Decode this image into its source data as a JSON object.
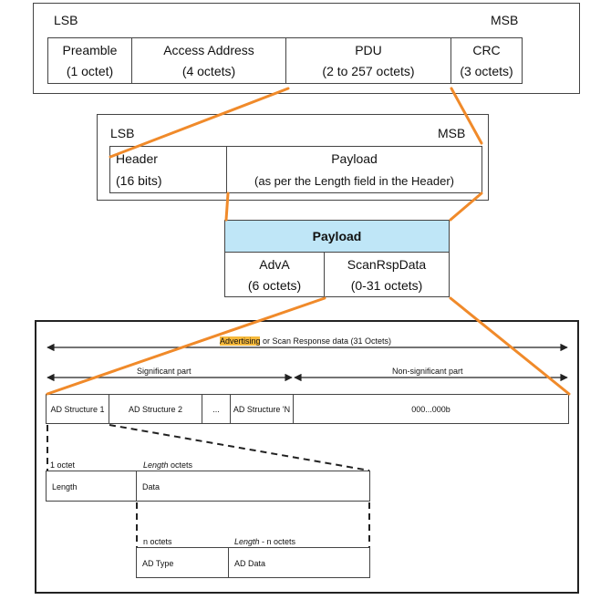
{
  "packet": {
    "lsb": "LSB",
    "msb": "MSB",
    "fields": [
      {
        "name": "Preamble",
        "size": "(1 octet)"
      },
      {
        "name": "Access Address",
        "size": "(4 octets)"
      },
      {
        "name": "PDU",
        "size": "(2 to 257 octets)"
      },
      {
        "name": "CRC",
        "size": "(3 octets)"
      }
    ]
  },
  "pdu": {
    "lsb": "LSB",
    "msb": "MSB",
    "header": {
      "name": "Header",
      "size": "(16 bits)"
    },
    "payload": {
      "name": "Payload",
      "size": "(as per the Length field in the Header)"
    }
  },
  "payload_box": {
    "title": "Payload",
    "fields": [
      {
        "name": "AdvA",
        "size": "(6 octets)"
      },
      {
        "name": "ScanRspData",
        "size": "(0-31 octets)"
      }
    ]
  },
  "adv_data": {
    "span_label_highlight": "Advertising",
    "span_label_rest": " or Scan Response data (31 Octets)",
    "significant_label": "Significant part",
    "nonsignificant_label": "Non-significant part",
    "structures": [
      "AD Structure 1",
      "AD Structure 2",
      "...",
      "AD Structure 'N"
    ],
    "padding": "000...000b",
    "length_size": "1 octet",
    "data_size_italic": "Length",
    "data_size_rest": " octets",
    "length_name": "Length",
    "data_name": "Data",
    "type_size": "n octets",
    "data2_size_italic": "Length",
    "data2_size_rest": " - n octets",
    "type_name": "AD Type",
    "addata_name": "AD Data"
  },
  "colors": {
    "accent_line": "#f08a2a",
    "payload_header_fill": "#bfe6f7"
  }
}
